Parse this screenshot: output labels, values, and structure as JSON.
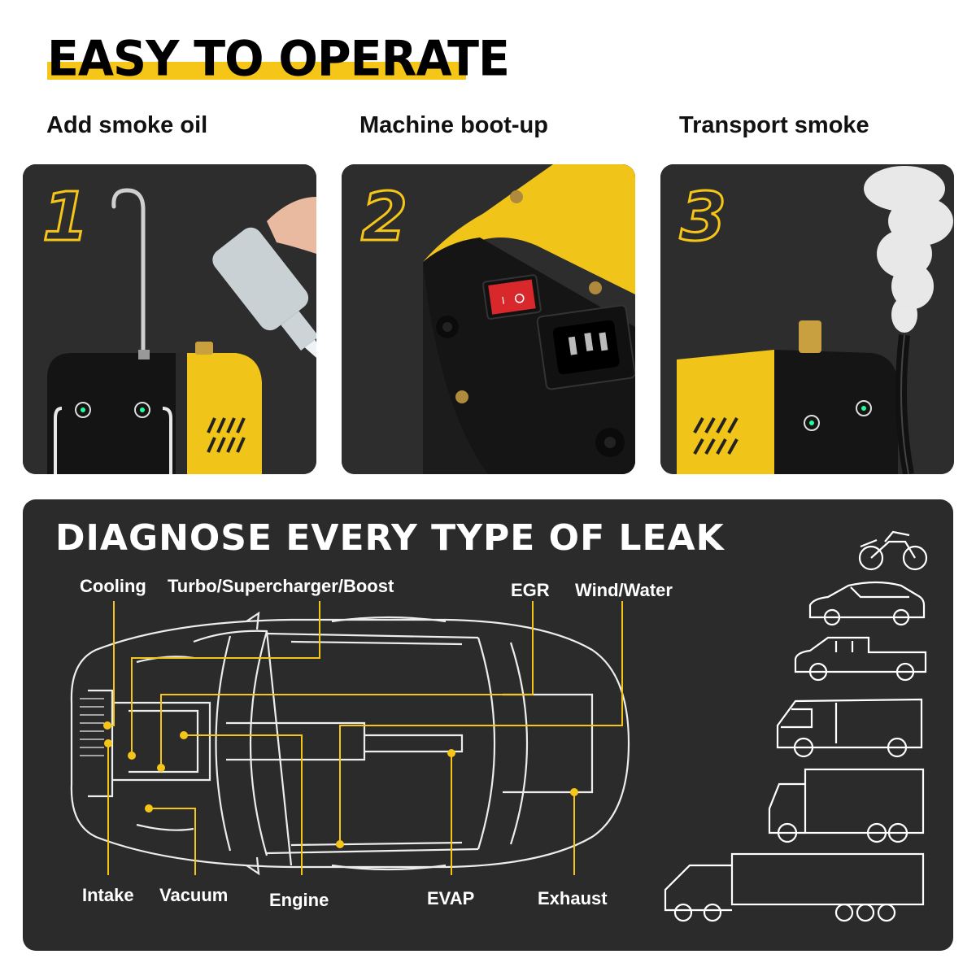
{
  "header": {
    "title": "EASY TO OPERATE"
  },
  "steps": [
    {
      "number": "1",
      "label": "Add smoke oil"
    },
    {
      "number": "2",
      "label": "Machine boot-up"
    },
    {
      "number": "3",
      "label": "Transport smoke"
    }
  ],
  "diagnose": {
    "title": "DIAGNOSE EVERY TYPE OF LEAK",
    "labels": {
      "cooling": "Cooling",
      "turbo": "Turbo/Supercharger/Boost",
      "egr": "EGR",
      "wind_water": "Wind/Water",
      "intake": "Intake",
      "vacuum": "Vacuum",
      "engine": "Engine",
      "evap": "EVAP",
      "exhaust": "Exhaust"
    },
    "vehicle_icons": [
      "motorcycle-icon",
      "sedan-icon",
      "pickup-truck-icon",
      "van-icon",
      "box-truck-icon",
      "semi-truck-icon"
    ]
  },
  "colors": {
    "accent": "#f5c518",
    "panel": "#2b2b2b",
    "text": "#111111"
  }
}
